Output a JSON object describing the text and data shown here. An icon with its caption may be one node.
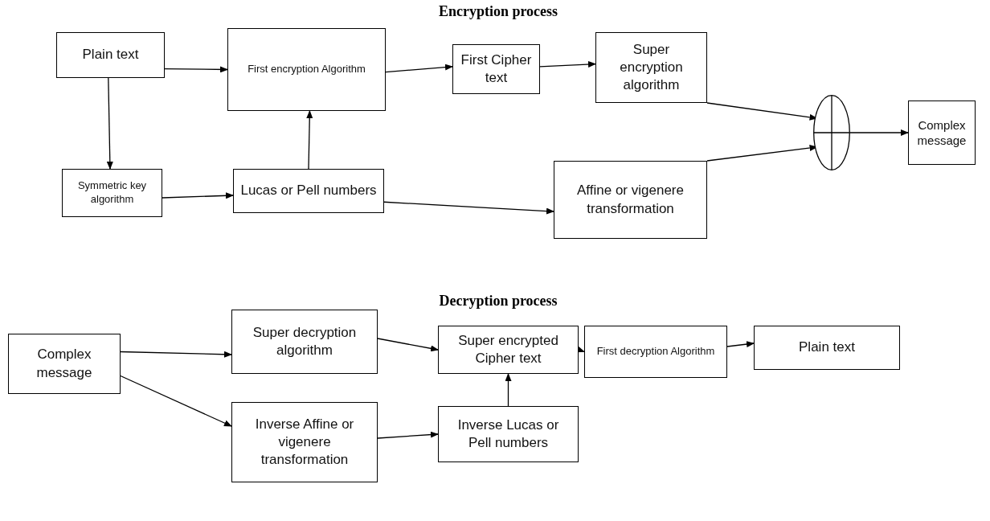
{
  "diagram": {
    "title": "Encryption process",
    "nodes": [
      {
        "text": [
          "Plain text"
        ]
      },
      {
        "text": [
          "First encryption Algorithm"
        ]
      },
      {
        "text": [
          "First Cipher text"
        ]
      },
      {
        "text": [
          "Super encryption algorithm"
        ]
      },
      {
        "text": [
          "Symmetric key algorithm"
        ]
      },
      {
        "text": [
          "Lucas or Pell numbers"
        ]
      },
      {
        "text": [
          "Affine or vigenere transformation"
        ]
      },
      {
        "text": [],
        "shape": "circle"
      },
      {
        "text": [
          "Complex message"
        ]
      },
      {
        "text": [
          "Complex message"
        ]
      },
      {
        "text": [
          "Super decryption algorithm"
        ]
      },
      {
        "text": [
          "Super encrypted Cipher text"
        ]
      },
      {
        "text": [
          "First decryption Algorithm"
        ]
      },
      {
        "text": [
          "Plain text"
        ]
      },
      {
        "text": [
          "Inverse Affine or vigenere transformation"
        ]
      },
      {
        "text": [
          "Inverse Lucas or Pell numbers"
        ]
      }
    ],
    "edges": [
      {
        "from": 0,
        "to": 1,
        "arrow": "to"
      },
      {
        "from": 0,
        "to": 4,
        "arrow": "to"
      },
      {
        "from": 4,
        "to": 5,
        "arrow": "to"
      },
      {
        "from": 5,
        "to": 1,
        "arrow": "to"
      },
      {
        "from": 1,
        "to": 2,
        "arrow": "to"
      },
      {
        "from": 2,
        "to": 3,
        "arrow": "to"
      },
      {
        "from": 3,
        "to": 7,
        "arrow": "to"
      },
      {
        "from": 5,
        "to": 6,
        "arrow": "to"
      },
      {
        "from": 6,
        "to": 7,
        "arrow": "to"
      },
      {
        "from": 7,
        "to": 8,
        "arrow": "to"
      },
      {
        "from": 9,
        "to": 10,
        "arrow": "to"
      },
      {
        "from": 9,
        "to": 14,
        "arrow": "to"
      },
      {
        "from": 10,
        "to": 11,
        "arrow": "to"
      },
      {
        "from": 14,
        "to": 15,
        "arrow": "to"
      },
      {
        "from": 15,
        "to": 11,
        "arrow": "to"
      },
      {
        "from": 11,
        "to": 12,
        "arrow": "to"
      },
      {
        "from": 12,
        "to": 13,
        "arrow": "to"
      }
    ],
    "labels": [
      "Decryption process"
    ]
  }
}
